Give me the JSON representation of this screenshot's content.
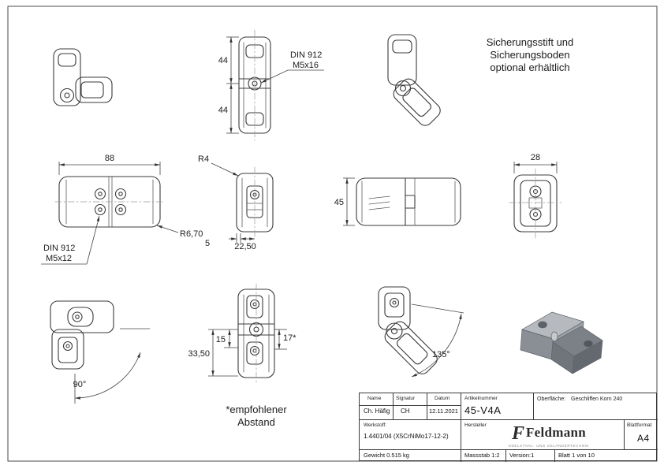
{
  "notes": {
    "optional_line1": "Sicherungsstift und",
    "optional_line2": "Sicherungsboden",
    "optional_line3": "optional erhältlich",
    "din_upper_line1": "DIN 912",
    "din_upper_line2": "M5x16",
    "din_lower_line1": "DIN 912",
    "din_lower_line2": "M5x12",
    "recommended_line1": "*empfohlener",
    "recommended_line2": "Abstand"
  },
  "dims": {
    "len44_upper": "44",
    "len44_lower": "44",
    "len88": "88",
    "rad4": "R4",
    "rad670": "R6,70",
    "len5": "5",
    "len2250": "22,50",
    "len45": "45",
    "len28": "28",
    "len3350": "33,50",
    "len15": "15",
    "len17": "17*",
    "ang90": "90°",
    "ang135": "135°"
  },
  "title_block": {
    "name_label": "Name",
    "signatur_label": "Signatur",
    "datum_label": "Datum",
    "name": "Ch. Häfig",
    "signatur": "CH",
    "datum": "12.11.2021",
    "artikelnummer_label": "Artikelnummer",
    "artikelnummer": "45-V4A",
    "oberflaeche_label": "Oberfläche:",
    "oberflaeche": "Geschliffen Korn 240",
    "werkstoff_label": "Werkstoff:",
    "werkstoff": "1.4401/04 (X5CrNiMo17-12-2)",
    "hersteller_label": "Hersteller",
    "brand_initial": "F",
    "brand": "Feldmann",
    "brand_tagline": "EDELSTAHL- UND GELÄNDERTECHNIK",
    "blattformat_label": "Blattformat",
    "blattformat": "A4",
    "gewicht": "Gewicht 0.515 kg",
    "massstab": "Massstab 1:2",
    "version": "Version:1",
    "blatt": "Blatt 1 von 10"
  }
}
